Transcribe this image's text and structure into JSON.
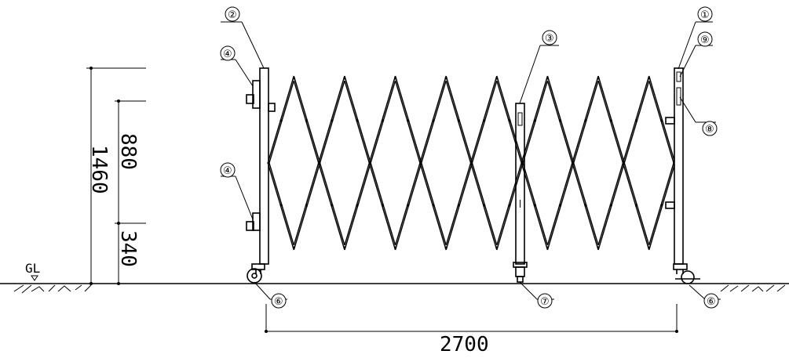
{
  "dimensions": {
    "total_height": "1460",
    "upper_height": "880",
    "lower_height": "340",
    "width": "2700"
  },
  "ground_label": "GL",
  "callouts": [
    {
      "id": "c1",
      "glyph": "①"
    },
    {
      "id": "c2",
      "glyph": "②"
    },
    {
      "id": "c3",
      "glyph": "③"
    },
    {
      "id": "c4a",
      "glyph": "④"
    },
    {
      "id": "c4b",
      "glyph": "④"
    },
    {
      "id": "c6a",
      "glyph": "⑥"
    },
    {
      "id": "c6b",
      "glyph": "⑥"
    },
    {
      "id": "c7",
      "glyph": "⑦"
    },
    {
      "id": "c8",
      "glyph": "⑧"
    },
    {
      "id": "c9",
      "glyph": "⑨"
    }
  ]
}
